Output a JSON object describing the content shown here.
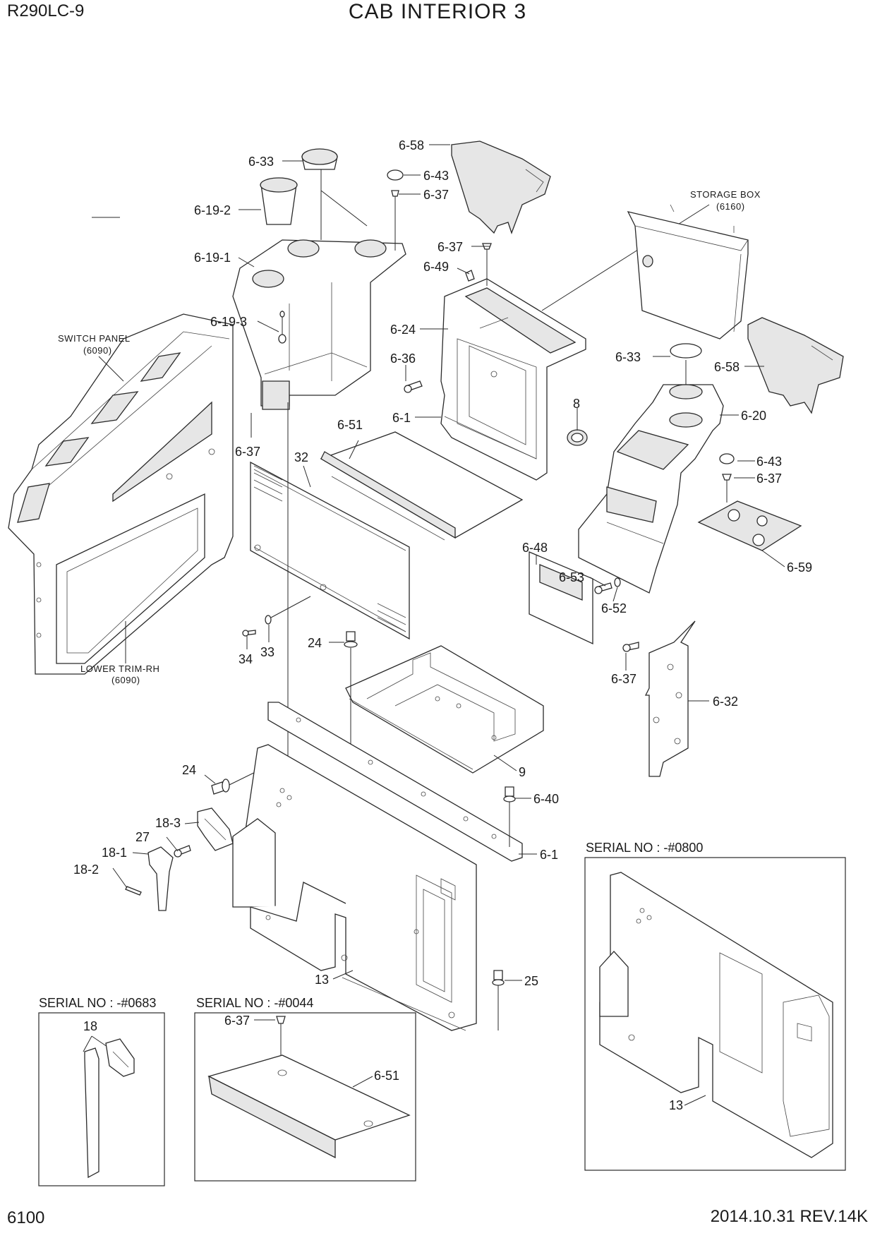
{
  "header": {
    "model": "R290LC-9",
    "title": "CAB INTERIOR 3"
  },
  "footer": {
    "page_number": "6100",
    "revision": "2014.10.31  REV.14K"
  },
  "notes": {
    "switch_panel": "SWITCH PANEL",
    "switch_panel_ref": "(6090)",
    "storage_box": "STORAGE BOX",
    "storage_box_ref": "(6160)",
    "lower_trim": "LOWER TRIM-RH",
    "lower_trim_ref": "(6090)"
  },
  "serial_boxes": [
    {
      "label": "SERIAL NO : -#0683",
      "callouts": [
        "18"
      ]
    },
    {
      "label": "SERIAL NO : -#0044",
      "callouts": [
        "6-37",
        "6-51"
      ]
    },
    {
      "label": "SERIAL NO : -#0800",
      "callouts": [
        "13"
      ]
    }
  ],
  "callouts": {
    "c6_58a": "6-58",
    "c6_33a": "6-33",
    "c6_43a": "6-43",
    "c6_37a": "6-37",
    "c6_19_2": "6-19-2",
    "c6_19_1": "6-19-1",
    "c6_37b": "6-37",
    "c6_49": "6-49",
    "c6_19_3": "6-19-3",
    "c6_24": "6-24",
    "c6_36": "6-36",
    "c6_33b": "6-33",
    "c6_58b": "6-58",
    "c6_1a": "6-1",
    "c8": "8",
    "c6_20": "6-20",
    "c6_51": "6-51",
    "c6_37c": "6-37",
    "c32": "32",
    "c6_43b": "6-43",
    "c6_37d": "6-37",
    "c6_59": "6-59",
    "c6_48": "6-48",
    "c6_53": "6-53",
    "c6_52": "6-52",
    "c24a": "24",
    "c34": "34",
    "c33": "33",
    "c6_37e": "6-37",
    "c6_32": "6-32",
    "c9": "9",
    "c24b": "24",
    "c6_40": "6-40",
    "c18_3": "18-3",
    "c27": "27",
    "c6_1b": "6-1",
    "c18_1": "18-1",
    "c18_2": "18-2",
    "c13a": "13",
    "c25": "25"
  }
}
